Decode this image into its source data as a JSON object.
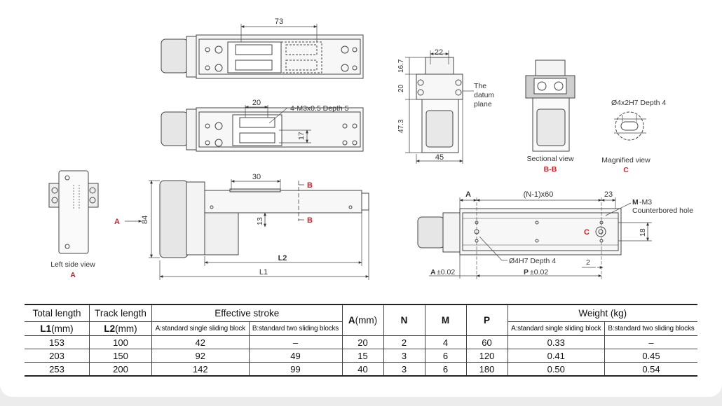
{
  "drawing": {
    "top_view": {
      "dim_73": "73"
    },
    "mid_view": {
      "dim_20": "20",
      "dim_17": "17",
      "hole_note": "4-M3x0.5  Depth 5"
    },
    "side_view": {
      "dim_30": "30",
      "dim_84": "84",
      "dim_13": "13",
      "dim_l2": "L2",
      "dim_l1": "L1",
      "section_mark": "B",
      "arrow_label": "A"
    },
    "left_side": {
      "caption": "Left side view",
      "letter": "A"
    },
    "end_view": {
      "dim_22": "22",
      "dim_16_7": "16.7",
      "dim_20": "20",
      "dim_47_3": "47.3",
      "dim_45": "45",
      "datum_line1": "The",
      "datum_line2": "datum",
      "datum_line3": "plane"
    },
    "section_view": {
      "caption": "Sectional view",
      "letter": "B-B"
    },
    "magnified": {
      "note": "Ø4x2H7  Depth 4",
      "caption": "Magnified view",
      "letter": "C"
    },
    "bottom_view": {
      "dim_a": "A",
      "dim_n": "(N-1)x60",
      "dim_23": "23",
      "m_label": "M",
      "m_suffix": "-M3",
      "cb_hole": "Counterbored hole",
      "dim_18": "18",
      "c_label": "C",
      "pin_note": "Ø4H7  Depth 4",
      "dim_2": "2",
      "a_tol": "A",
      "a_tol_suffix": "±0.02",
      "p_tol": "P",
      "p_tol_suffix": "±0.02"
    }
  },
  "table": {
    "headers": {
      "total_length": "Total length",
      "l1": "L1",
      "track_length": "Track length",
      "l2": "L2",
      "mm": "(mm)",
      "effective_stroke": "Effective stroke",
      "stroke_a": "A:standard single sliding block",
      "stroke_b": "B:standard two sliding blocks",
      "a_mm": "A",
      "n": "N",
      "m": "M",
      "p": "P",
      "weight": "Weight (kg)",
      "weight_a": "A:standard single sliding block",
      "weight_b": "B:standard two sliding blocks"
    },
    "rows": [
      [
        "153",
        "100",
        "42",
        "–",
        "20",
        "2",
        "4",
        "60",
        "0.33",
        "–"
      ],
      [
        "203",
        "150",
        "92",
        "49",
        "15",
        "3",
        "6",
        "120",
        "0.41",
        "0.45"
      ],
      [
        "253",
        "200",
        "142",
        "99",
        "40",
        "3",
        "6",
        "180",
        "0.50",
        "0.54"
      ]
    ]
  }
}
